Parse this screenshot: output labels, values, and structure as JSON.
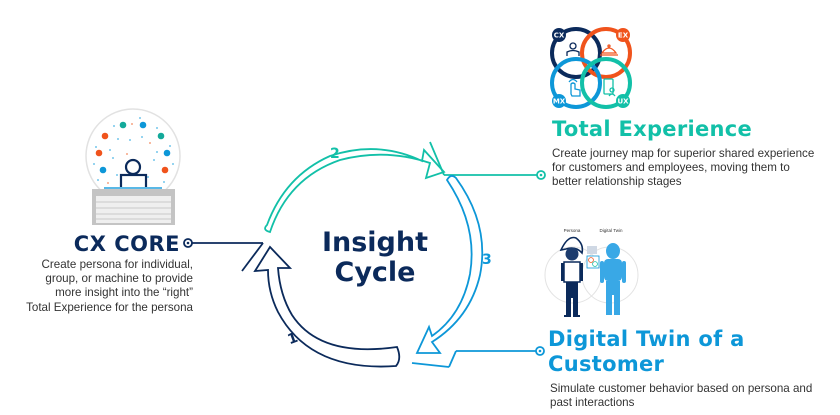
{
  "center": {
    "line1": "Insight",
    "line2": "Cycle"
  },
  "steps": [
    {
      "number": "1",
      "color": "#0b2a5b"
    },
    {
      "number": "2",
      "color": "#12c0a8"
    },
    {
      "number": "3",
      "color": "#0d97d8"
    }
  ],
  "cx_core": {
    "title": "CX CORE",
    "description_lines": [
      "Create persona for individual,",
      "group, or machine to provide",
      "more insight into the “right”",
      "Total Experience for the persona"
    ],
    "color": "#0b2a5b"
  },
  "total_experience": {
    "title": "Total Experience",
    "description_lines": [
      "Create journey map for superior shared experience",
      "for customers and employees, moving them to",
      "better relationship stages"
    ],
    "color": "#12c0a8",
    "icon_labels": {
      "cx": "CX",
      "ex": "EX",
      "mx": "MX",
      "ux": "UX"
    }
  },
  "digital_twin": {
    "title_lines": [
      "Digital Twin of a",
      "Customer"
    ],
    "description_lines": [
      "Simulate customer behavior based on persona and",
      "past interactions"
    ],
    "color": "#0d97d8",
    "image_labels": {
      "left": "Persona",
      "right": "Digital Twin"
    }
  },
  "colors": {
    "navy": "#0b2a5b",
    "teal": "#12c0a8",
    "blue": "#0d97d8",
    "orange": "#f0531c",
    "text": "#333333"
  }
}
